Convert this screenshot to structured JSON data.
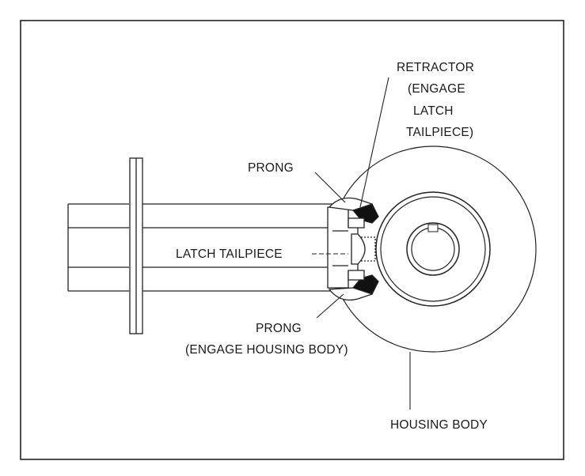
{
  "labels": {
    "retractor": [
      "RETRACTOR",
      "(ENGAGE",
      "LATCH",
      "TAILPIECE)"
    ],
    "prong_top": "PRONG",
    "latch_tailpiece": "LATCH TAILPIECE",
    "prong_bottom": [
      "PRONG",
      "(ENGAGE HOUSING BODY)"
    ],
    "housing_body": "HOUSING BODY"
  }
}
